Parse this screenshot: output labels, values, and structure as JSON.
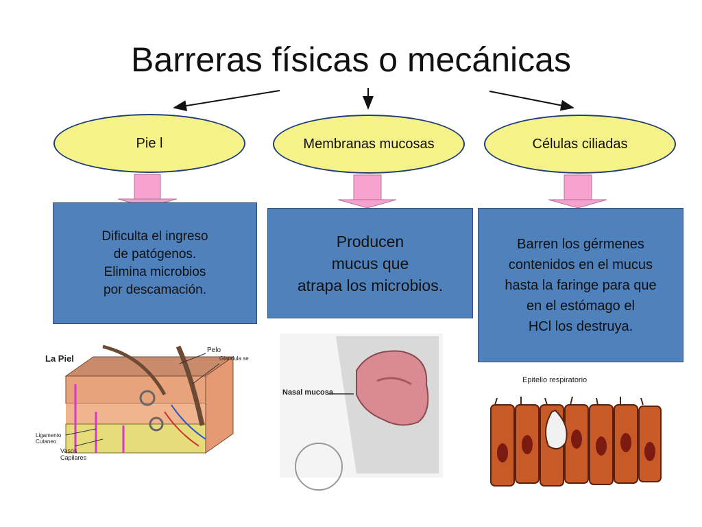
{
  "title": "Barreras físicas o mecánicas",
  "ovals": [
    "Pie l",
    "Membranas mucosas",
    "Células ciliadas"
  ],
  "boxes": [
    "Dificulta el ingreso\n  de patógenos.\nElimina microbios\n por  descamación.",
    "Producen\n mucus que\n atrapa los microbios.",
    "Barren los gérmenes\n contenidos en el mucus\n hasta la faringe para que\n en el estómago el\n HCl los destruya."
  ],
  "images": {
    "skin": {
      "title": "La Piel",
      "labels": [
        "Pelo",
        "Glandula se",
        "Ligamento Cutaneo",
        "Vasos Capilares"
      ]
    },
    "nose": {
      "label": "Nasal mucosa"
    },
    "cilia": {
      "title": "Epitelio respiratorio"
    }
  },
  "colors": {
    "oval_fill": "#f6f28a",
    "box_fill": "#4f81bd",
    "arrow_pink": "#f7a1cf"
  }
}
